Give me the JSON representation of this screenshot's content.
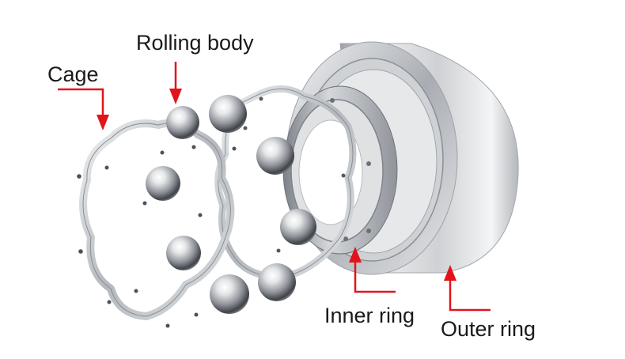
{
  "labels": {
    "cage": "Cage",
    "rolling_body": "Rolling body",
    "inner_ring": "Inner ring",
    "outer_ring": "Outer ring"
  },
  "colors": {
    "annotation": "#e2141b",
    "text": "#1a1a1a",
    "metal": "#c9cbcf"
  }
}
